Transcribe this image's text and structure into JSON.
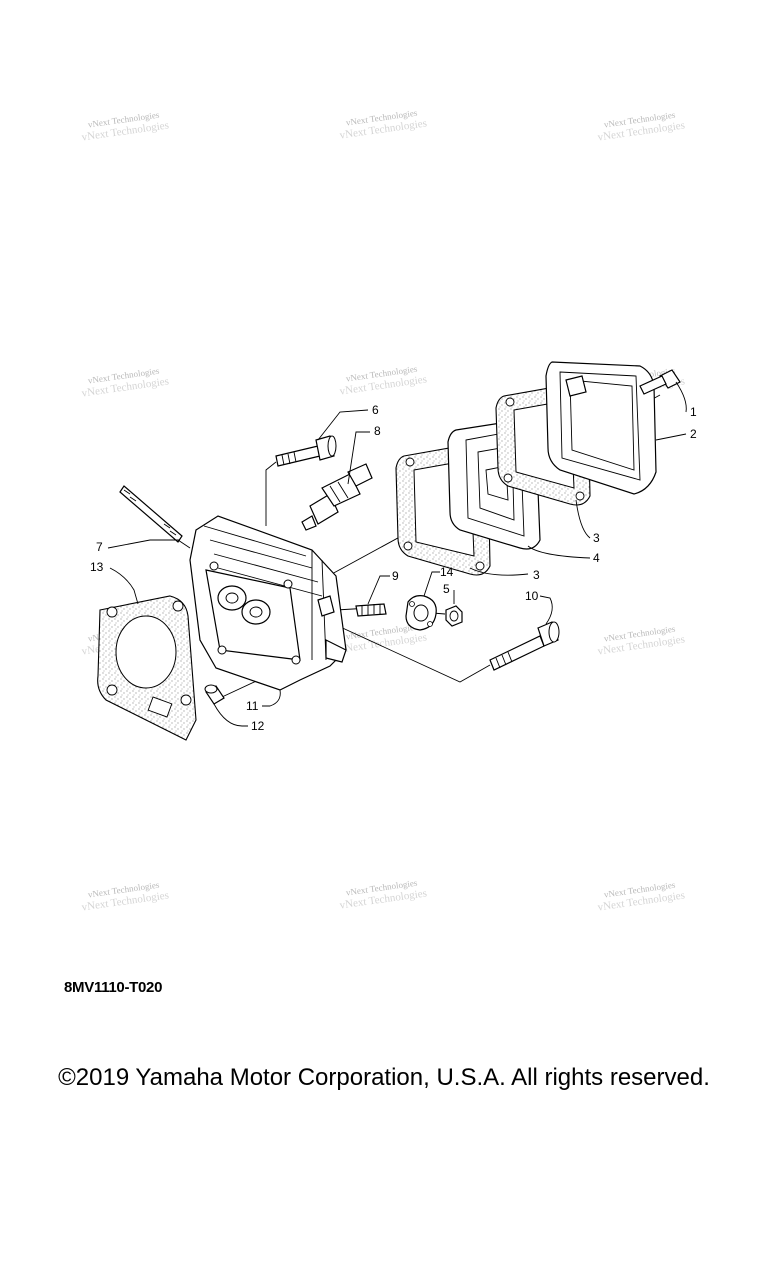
{
  "watermark_text": "vNext Technologies",
  "diagram_code": "8MV1110-T020",
  "copyright": "©2019 Yamaha Motor Corporation, U.S.A. All rights reserved.",
  "callouts": {
    "c1": "1",
    "c2": "2",
    "c3a": "3",
    "c3b": "3",
    "c4": "4",
    "c5": "5",
    "c6": "6",
    "c7": "7",
    "c8": "8",
    "c9": "9",
    "c10": "10",
    "c11": "11",
    "c12": "12",
    "c13": "13",
    "c14": "14"
  }
}
